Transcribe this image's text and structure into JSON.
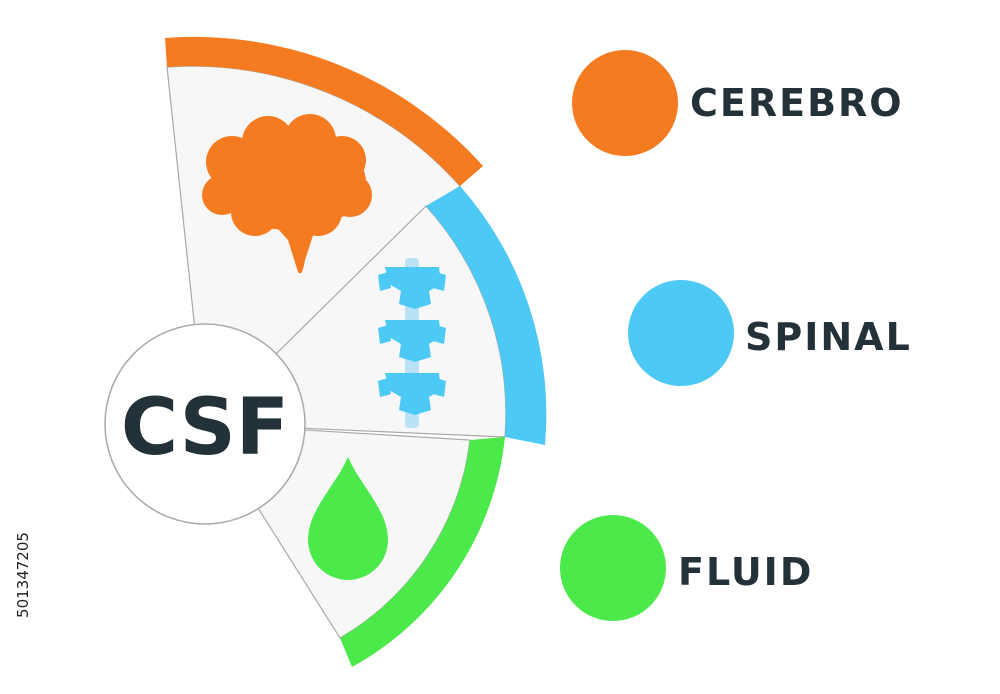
{
  "hub": {
    "label": "CSF"
  },
  "segments": [
    {
      "id": "cerebro",
      "icon": "brain-icon",
      "color": "#F47B20"
    },
    {
      "id": "spinal",
      "icon": "spine-icon",
      "color": "#4DC9F6"
    },
    {
      "id": "fluid",
      "icon": "drop-icon",
      "color": "#4BE94A"
    }
  ],
  "legend": [
    {
      "label": "CEREBRO",
      "color": "#F47B20"
    },
    {
      "label": "SPINAL",
      "color": "#4DC9F6"
    },
    {
      "label": "FLUID",
      "color": "#4BE94A"
    }
  ],
  "watermark": {
    "id": "501347205"
  }
}
